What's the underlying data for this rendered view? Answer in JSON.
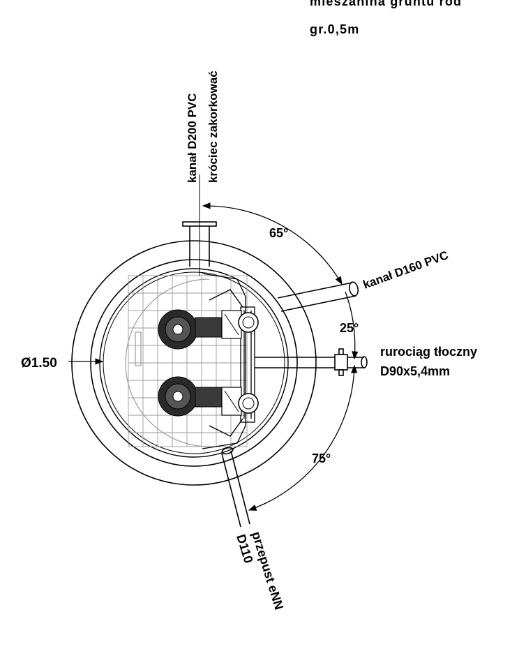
{
  "top_note": {
    "line1": "mieszanina gruntu rod",
    "line2": "gr.0,5m"
  },
  "pipes": {
    "top": {
      "line1": "kanał D200 PVC",
      "line2": "króciec zakorkować"
    },
    "upper_right": {
      "text": "kanał D160 PVC"
    },
    "right": {
      "line1": "rurociąg tłoczny",
      "line2": "D90x5,4mm"
    },
    "bottom": {
      "line1": "przepust eNN",
      "line2": "D110"
    }
  },
  "angles": {
    "a1": "65°",
    "a2": "25°",
    "a3": "75°"
  },
  "diameter": {
    "label": "Ø1.50"
  },
  "colors": {
    "line": "#000000",
    "grid": "#9a9a9a",
    "pump": "#2a2a2a",
    "background": "#ffffff"
  }
}
